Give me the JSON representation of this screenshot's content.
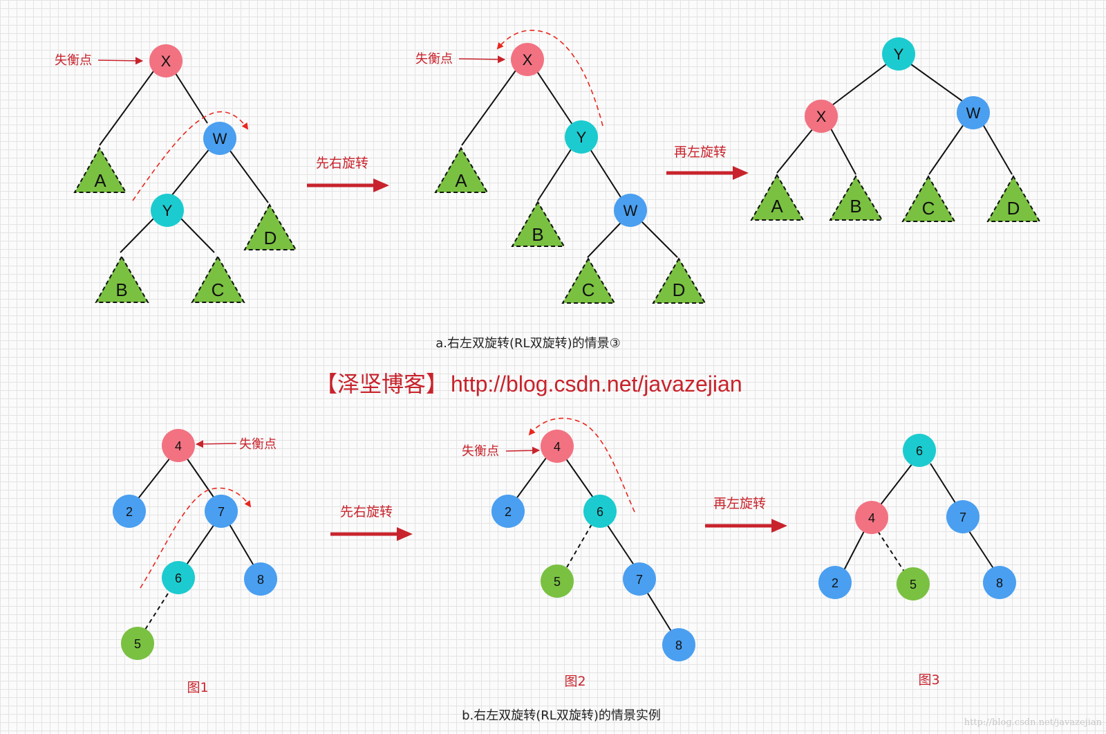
{
  "colors": {
    "red_node": "#f27281",
    "blue_node": "#4a9ff0",
    "cyan_node": "#1ccbcf",
    "green_node": "#7ac142",
    "triangle": "#7ac142",
    "arrow": "#c8232c",
    "label": "#c8232c"
  },
  "watermark": {
    "title": "【泽坚博客】",
    "url": "http://blog.csdn.net/javazejian",
    "corner": "http://blog.csdn.net/javazejian"
  },
  "section_a": {
    "caption": "a.右左双旋转(RL双旋转)的情景③",
    "step1_label": "先右旋转",
    "step2_label": "再左旋转",
    "imbalance_label": "失衡点",
    "tree1": {
      "nodes": {
        "x": "X",
        "w": "W",
        "y": "Y"
      },
      "subtrees": {
        "a": "A",
        "b": "B",
        "c": "C",
        "d": "D"
      }
    },
    "tree2": {
      "nodes": {
        "x": "X",
        "y": "Y",
        "w": "W"
      },
      "subtrees": {
        "a": "A",
        "b": "B",
        "c": "C",
        "d": "D"
      }
    },
    "tree3": {
      "nodes": {
        "y": "Y",
        "x": "X",
        "w": "W"
      },
      "subtrees": {
        "a": "A",
        "b": "B",
        "c": "C",
        "d": "D"
      }
    }
  },
  "section_b": {
    "caption": "b.右左双旋转(RL双旋转)的情景实例",
    "step1_label": "先右旋转",
    "step2_label": "再左旋转",
    "imbalance_label": "失衡点",
    "figure_labels": [
      "图1",
      "图2",
      "图3"
    ],
    "tree1": {
      "n4": "4",
      "n2": "2",
      "n7": "7",
      "n6": "6",
      "n8": "8",
      "n5": "5"
    },
    "tree2": {
      "n4": "4",
      "n2": "2",
      "n6": "6",
      "n5": "5",
      "n7": "7",
      "n8": "8"
    },
    "tree3": {
      "n6": "6",
      "n4": "4",
      "n7": "7",
      "n2": "2",
      "n5": "5",
      "n8": "8"
    }
  }
}
